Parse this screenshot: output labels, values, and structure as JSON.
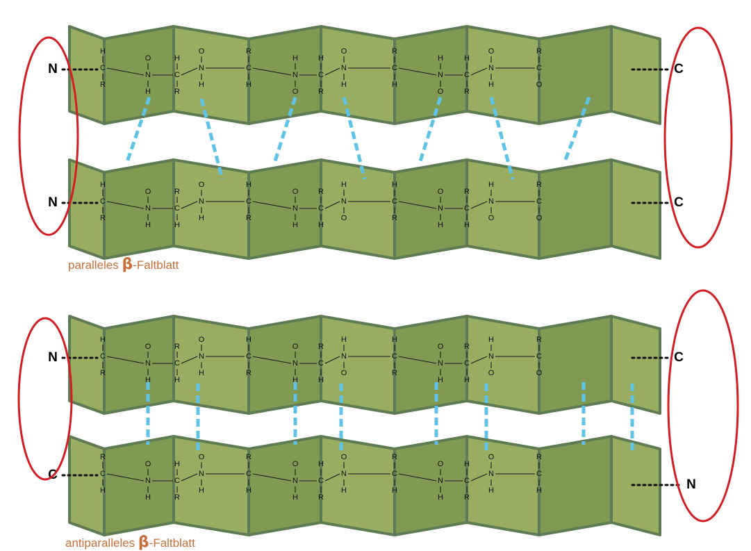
{
  "diagrams": [
    {
      "caption_prefix": "paralleles ",
      "caption_beta": "β",
      "caption_suffix": "-Faltblatt",
      "strands": [
        {
          "left_terminus": "N",
          "right_terminus": "C",
          "atoms": [
            "C",
            "N",
            "C",
            "N",
            "C",
            "N",
            "C",
            "N",
            "C",
            "N",
            "C",
            "N",
            "C"
          ],
          "side_groups": [
            "H R",
            "O H",
            "H R",
            "O H",
            "R H",
            "H O",
            "H R",
            "O H",
            "R H",
            "H O",
            "H R",
            "O H",
            "R O"
          ]
        },
        {
          "left_terminus": "N",
          "right_terminus": "C",
          "atoms": [
            "C",
            "N",
            "C",
            "N",
            "C",
            "N",
            "C",
            "N",
            "C",
            "N",
            "C",
            "N",
            "C"
          ],
          "side_groups": [
            "H R",
            "O H",
            "R H",
            "O H",
            "H R",
            "O H",
            "R H",
            "H O",
            "H R",
            "O H",
            "R H",
            "H O",
            "R O"
          ]
        }
      ]
    },
    {
      "caption_prefix": "antiparalleles ",
      "caption_beta": "β",
      "caption_suffix": "-Faltblatt",
      "strands": [
        {
          "left_terminus": "N",
          "right_terminus": "C",
          "atoms": [
            "C",
            "N",
            "C",
            "N",
            "C",
            "N",
            "C",
            "N",
            "C",
            "N",
            "C",
            "N",
            "C"
          ],
          "side_groups": [
            "H R",
            "O H",
            "R H",
            "O H",
            "H R",
            "O H",
            "R H",
            "H O",
            "H R",
            "O H",
            "R H",
            "H O",
            "R O"
          ]
        },
        {
          "left_terminus": "C",
          "right_terminus": "N",
          "atoms": [
            "C",
            "N",
            "C",
            "N",
            "C",
            "N",
            "C",
            "N",
            "C",
            "N",
            "C",
            "N",
            "C"
          ],
          "side_groups": [
            "R H",
            "O H",
            "H R",
            "O H",
            "R H",
            "O H",
            "H R",
            "O H",
            "R H",
            "O H",
            "H R",
            "O H",
            "R H"
          ]
        }
      ]
    }
  ],
  "colors": {
    "panel_light": "#98ac62",
    "panel_dark": "#819a53",
    "panel_border": "#5f7b53",
    "hydrogen_bond": "#5ec3e6",
    "ring": "#d21e24",
    "caption": "#c86e3a"
  }
}
